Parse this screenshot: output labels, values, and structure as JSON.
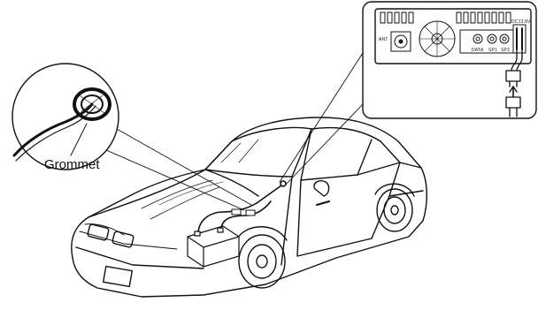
{
  "callouts": {
    "grommet": "Grommet"
  },
  "radio_panel": {
    "jack_labels": [
      "ANT",
      "DATA",
      "SP1",
      "SP2",
      "DC13.8V"
    ]
  }
}
